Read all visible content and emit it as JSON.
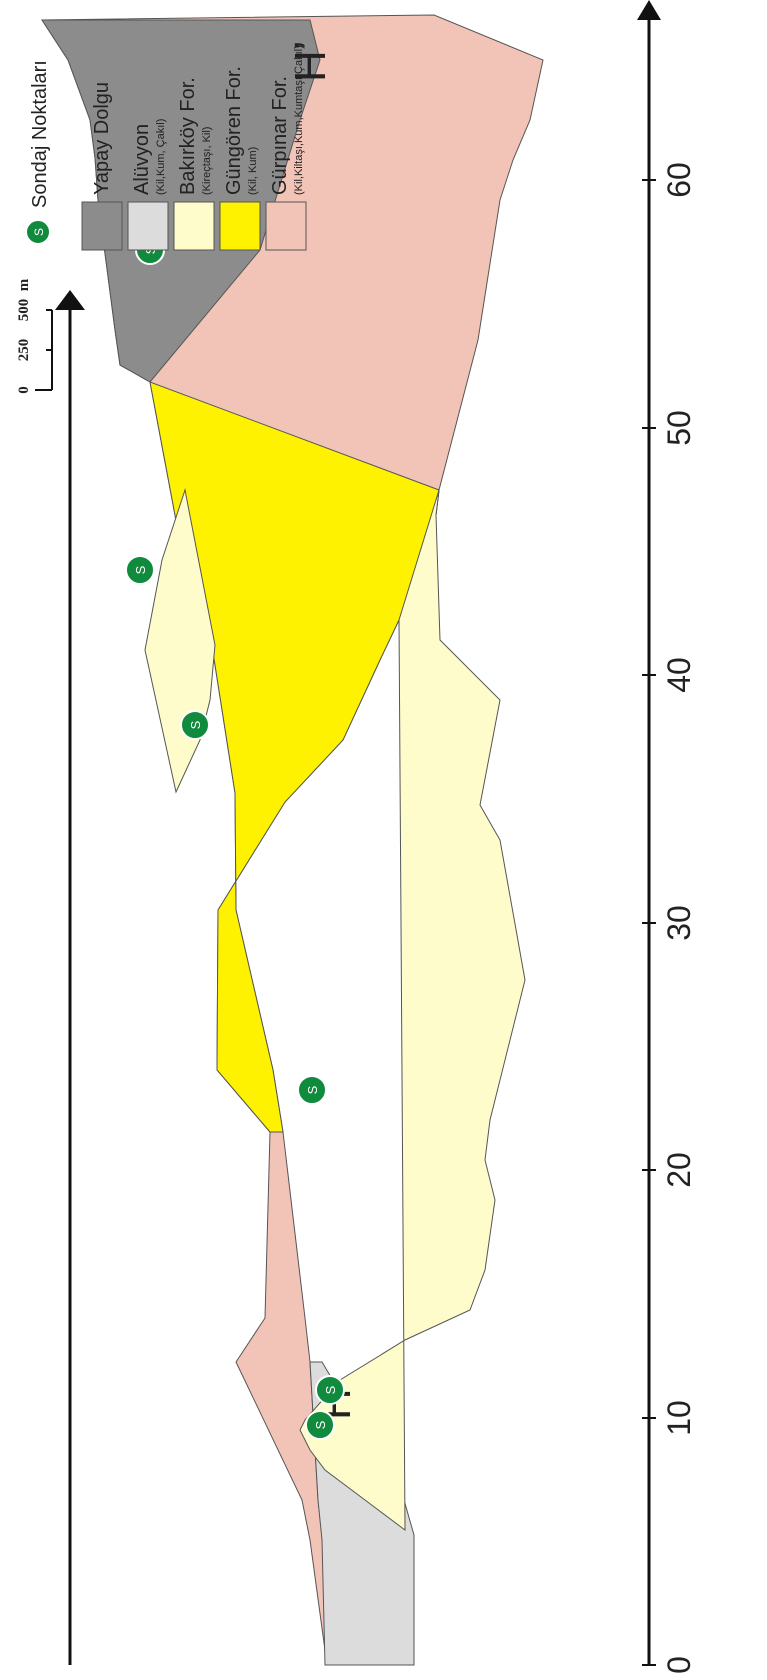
{
  "section": {
    "start_label": "H",
    "end_label": "H’",
    "y_axis": {
      "ticks": [
        "0",
        "10",
        "20",
        "30",
        "40",
        "50",
        "60"
      ]
    },
    "scale_bar": {
      "ticks": [
        "0",
        "250",
        "500"
      ],
      "unit": "m"
    },
    "borehole_symbol": "S",
    "borehole_color": "#108a3c"
  },
  "legend": {
    "items": [
      {
        "symbol": "S",
        "label": "Sondaj Noktaları",
        "sub": "",
        "color": "#108a3c"
      },
      {
        "label": "Yapay Dolgu",
        "sub": "",
        "color": "#8c8c8c"
      },
      {
        "label": "Alüvyon",
        "sub": "(Kil,Kum, Çakıl)",
        "color": "#dcdcdc"
      },
      {
        "label": "Bakırköy For.",
        "sub": "(Kireçtaşı, Kil)",
        "color": "#fffccc"
      },
      {
        "label": "Güngören For.",
        "sub": "(Kil, Kum)",
        "color": "#fff200"
      },
      {
        "label": "Gürpınar For.",
        "sub": "(Kil,Kiltaşı,Kum,Kumtaşı,Çakıl)",
        "color": "#f2c4b8"
      }
    ]
  }
}
